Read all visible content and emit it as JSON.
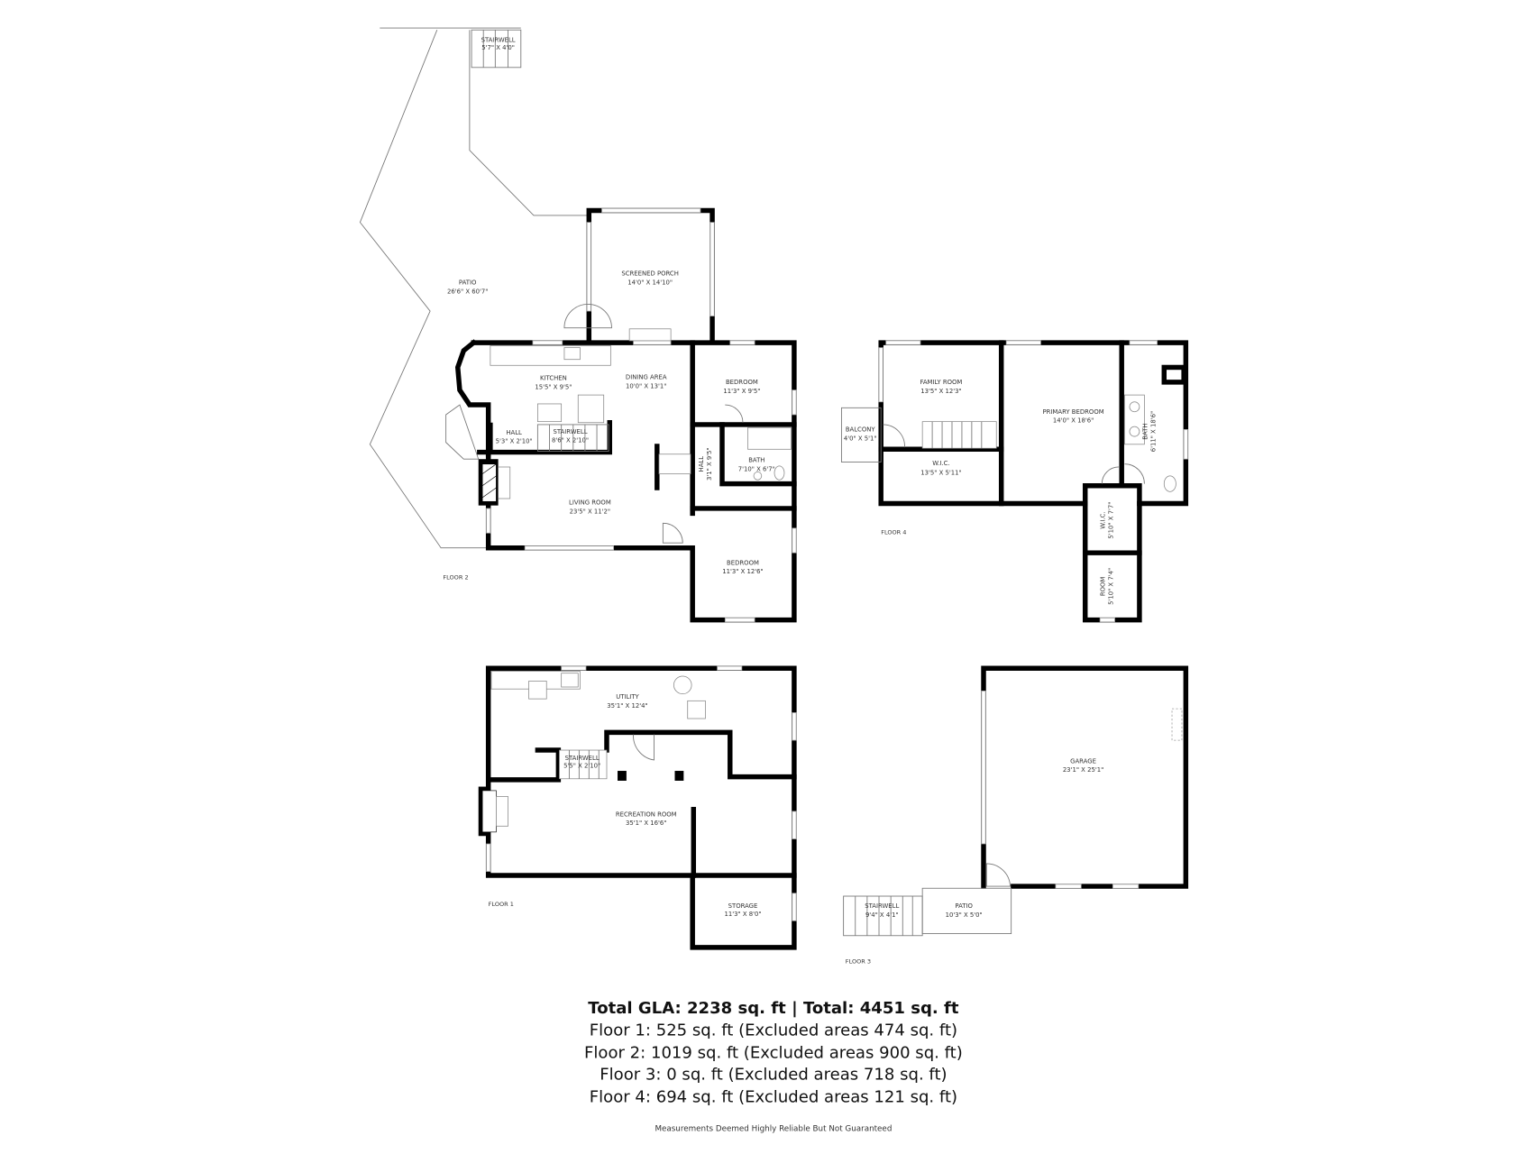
{
  "floor2": {
    "label": "FLOOR 2",
    "rooms": [
      {
        "name": "STAIRWELL",
        "dims": "5'7\" X 4'0\""
      },
      {
        "name": "PATIO",
        "dims": "26'6\" X 60'7\""
      },
      {
        "name": "SCREENED PORCH",
        "dims": "14'0\" X 14'10\""
      },
      {
        "name": "KITCHEN",
        "dims": "15'5\" X 9'5\""
      },
      {
        "name": "DINING AREA",
        "dims": "10'0\" X 13'1\""
      },
      {
        "name": "BEDROOM",
        "dims": "11'3\" X 9'5\""
      },
      {
        "name": "HALL",
        "dims": "5'3\" X 2'10\""
      },
      {
        "name": "STAIRWELL",
        "dims": "8'6\" X 2'10\""
      },
      {
        "name": "HALL",
        "dims": "3'1\" X 9'5\""
      },
      {
        "name": "BATH",
        "dims": "7'10\" X 6'7\""
      },
      {
        "name": "LIVING ROOM",
        "dims": "23'5\" X 11'2\""
      },
      {
        "name": "BEDROOM",
        "dims": "11'3\" X 12'6\""
      }
    ]
  },
  "floor4": {
    "label": "FLOOR 4",
    "rooms": [
      {
        "name": "FAMILY ROOM",
        "dims": "13'5\" X 12'3\""
      },
      {
        "name": "PRIMARY BEDROOM",
        "dims": "14'0\" X 18'6\""
      },
      {
        "name": "BALCONY",
        "dims": "4'0\" X 5'1\""
      },
      {
        "name": "W.I.C.",
        "dims": "13'5\" X 5'11\""
      },
      {
        "name": "BATH",
        "dims": "6'11\" X 18'6\""
      },
      {
        "name": "W.I.C.",
        "dims": "5'10\" X 7'7\""
      },
      {
        "name": "ROOM",
        "dims": "5'10\" X 7'4\""
      }
    ]
  },
  "floor1": {
    "label": "FLOOR 1",
    "rooms": [
      {
        "name": "UTILITY",
        "dims": "35'1\" X 12'4\""
      },
      {
        "name": "STAIRWELL",
        "dims": "5'5\" X 2'10\""
      },
      {
        "name": "RECREATION ROOM",
        "dims": "35'1\" X 16'6\""
      },
      {
        "name": "STORAGE",
        "dims": "11'3\" X 8'0\""
      }
    ]
  },
  "floor3": {
    "label": "FLOOR 3",
    "rooms": [
      {
        "name": "GARAGE",
        "dims": "23'1\" X 25'1\""
      },
      {
        "name": "STAIRWELL",
        "dims": "9'4\" X 4'1\""
      },
      {
        "name": "PATIO",
        "dims": "10'3\" X 5'0\""
      }
    ]
  },
  "summary": {
    "total": "Total GLA: 2238 sq. ft | Total: 4451 sq. ft",
    "floors": [
      "Floor 1: 525 sq. ft (Excluded areas 474 sq. ft)",
      "Floor 2: 1019 sq. ft (Excluded areas 900 sq. ft)",
      "Floor 3: 0 sq. ft (Excluded areas 718 sq. ft)",
      "Floor 4: 694 sq. ft (Excluded areas 121 sq. ft)"
    ],
    "disclaimer": "Measurements Deemed Highly Reliable But Not Guaranteed"
  }
}
